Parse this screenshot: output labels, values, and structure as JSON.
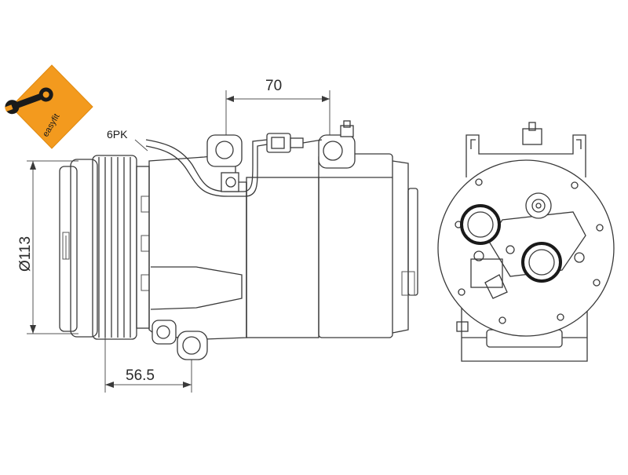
{
  "badge": {
    "text": "easyfit",
    "color": "#f39a1e",
    "icon": "wrench-icon"
  },
  "labels": {
    "belt": "6PK",
    "dim_width": "70",
    "dim_diameter": "Ø113",
    "dim_offset": "56.5"
  },
  "colors": {
    "line": "#3a3a3a",
    "background": "#ffffff"
  }
}
